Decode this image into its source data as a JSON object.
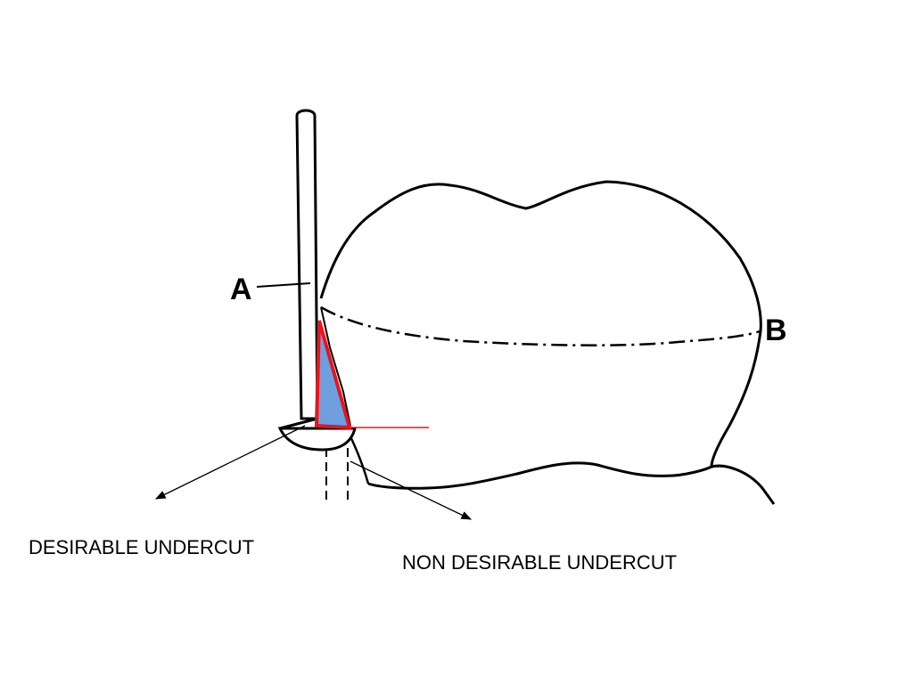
{
  "labels": {
    "point_a": "A",
    "point_b": "B"
  },
  "captions": {
    "desirable": "DESIRABLE UNDERCUT",
    "non_desirable": "NON DESIRABLE UNDERCUT"
  },
  "colors": {
    "outline": "#000000",
    "undercut_fill": "#6f9fdc",
    "undercut_border": "#e8141c",
    "reference_line": "#e8141c"
  },
  "icons": {
    "surveyor_rod": "analyzing-rod-icon",
    "undercut_gauge": "undercut-gauge-icon"
  }
}
